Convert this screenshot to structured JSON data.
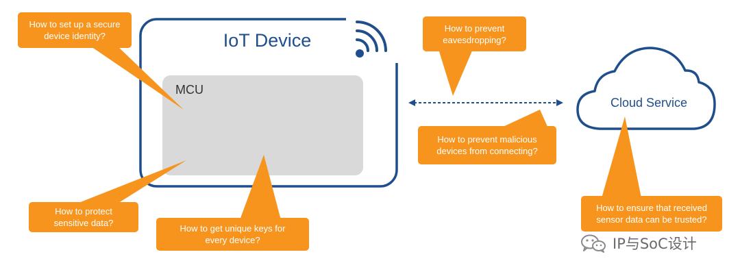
{
  "colors": {
    "callout": "#f7941d",
    "device_border": "#1f4e8c",
    "mcu_fill": "#d9d9d9",
    "text_white": "#ffffff"
  },
  "device": {
    "title": "IoT Device",
    "mcu_label": "MCU",
    "icon": "wireless-signal-icon"
  },
  "cloud": {
    "label": "Cloud Service",
    "icon": "cloud-icon"
  },
  "link": {
    "style": "dashed double-arrow"
  },
  "callouts": {
    "identity": "How to set up a secure device identity?",
    "protect": "How to protect sensitive data?",
    "keys": "How to get unique keys for every device?",
    "eavesdrop": "How to prevent eavesdropping?",
    "malicious": "How to prevent malicious devices from connecting?",
    "trust": "How to ensure that received sensor data can be trusted?"
  },
  "watermark": {
    "text": "IP与SoC设计",
    "icon": "wechat-icon"
  }
}
